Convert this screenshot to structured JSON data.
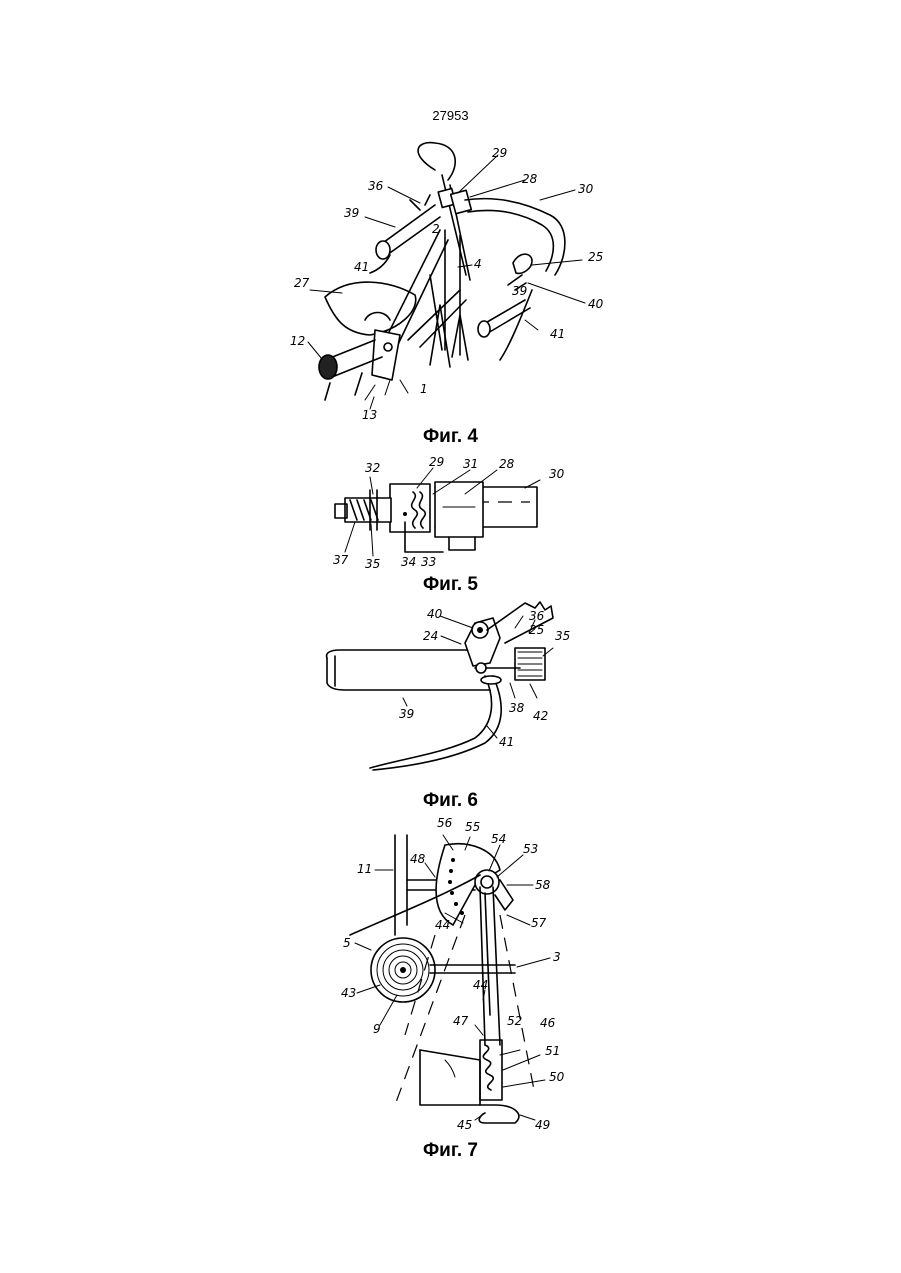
{
  "page_number": "27953",
  "figures": [
    {
      "caption": "Фиг. 4",
      "labels": [
        "29",
        "36",
        "28",
        "30",
        "39",
        "2",
        "41",
        "4",
        "25",
        "27",
        "39",
        "40",
        "41",
        "12",
        "1",
        "13"
      ]
    },
    {
      "caption": "Фиг. 5",
      "labels": [
        "32",
        "29",
        "31",
        "28",
        "30",
        "37",
        "35",
        "34",
        "33"
      ]
    },
    {
      "caption": "Фиг. 6",
      "labels": [
        "40",
        "36",
        "24",
        "25",
        "35",
        "39",
        "38",
        "42",
        "41"
      ]
    },
    {
      "caption": "Фиг. 7",
      "labels": [
        "56",
        "55",
        "54",
        "53",
        "11",
        "48",
        "58",
        "44",
        "57",
        "5",
        "3",
        "43",
        "9",
        "44",
        "47",
        "46",
        "52",
        "51",
        "50",
        "45",
        "49"
      ]
    }
  ]
}
